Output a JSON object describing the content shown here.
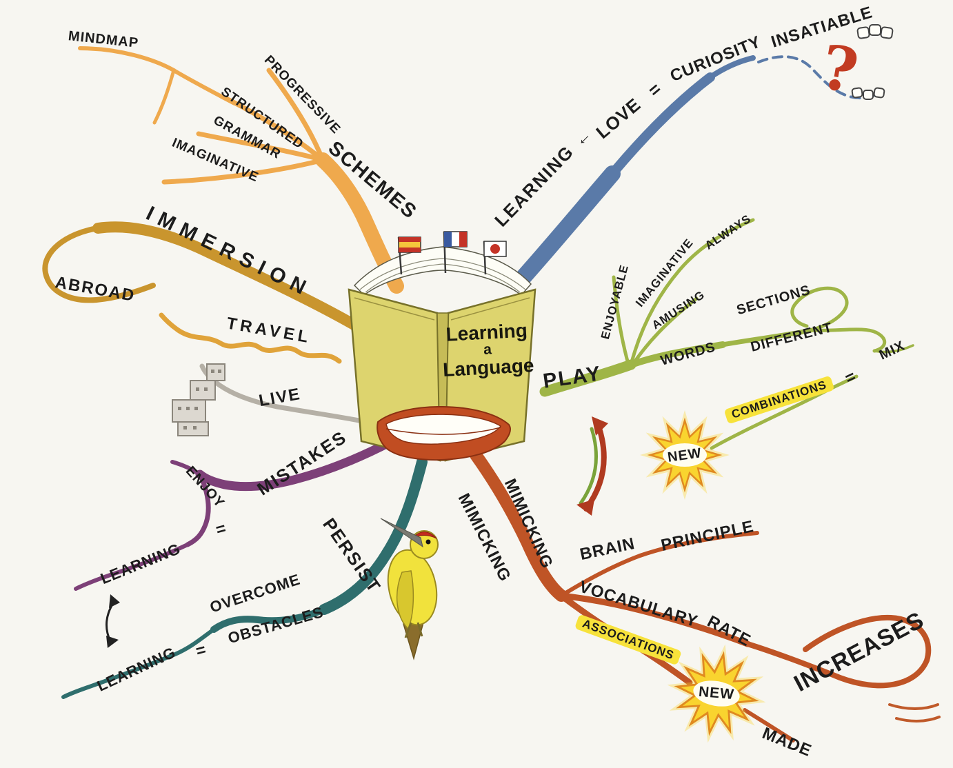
{
  "title": "Learning a Language mind map",
  "center": {
    "title_line1": "Learning",
    "title_line2": "a",
    "title_line3": "Language"
  },
  "branches": {
    "schemes": {
      "label": "SCHEMES",
      "color": "#efa94d",
      "mindmap": "MINDMAP",
      "progressive": "PROGRESSIVE",
      "structured": "STRUCTURED",
      "grammar": "GRAMMAR",
      "imaginative": "IMAGINATIVE"
    },
    "immersion": {
      "label": "IMMERSION",
      "color": "#c9952e",
      "abroad": "ABROAD",
      "travel": "TRAVEL",
      "live": "LIVE"
    },
    "love": {
      "color": "#5a7aa8",
      "learning": "LEARNING",
      "arrow": "←",
      "love": "LOVE",
      "equals": "=",
      "curiosity": "CURIOSITY",
      "insatiable": "INSATIABLE",
      "question_mark": "?"
    },
    "play": {
      "label": "PLAY",
      "color": "#9fb547",
      "enjoyable": "ENJOYABLE",
      "imaginative": "IMAGINATIVE",
      "always": "ALWAYS",
      "amusing": "AMUSING",
      "words": "WORDS",
      "sections": "SECTIONS",
      "different": "DIFFERENT",
      "mix": "MIX",
      "equals": "=",
      "combinations": "COMBINATIONS",
      "new": "NEW"
    },
    "mistakes": {
      "label": "MISTAKES",
      "color": "#7d4078",
      "enjoy": "ENJOY",
      "equals": "=",
      "learning": "LEARNING"
    },
    "persist": {
      "label": "PERSIST",
      "color": "#2f6e6d",
      "overcome": "OVERCOME",
      "obstacles": "OBSTACLES",
      "equals": "=",
      "learning": "LEARNING"
    },
    "mimicking": {
      "label": "MIMICKING",
      "label_repeat": "MIMICKING",
      "color": "#bf5426",
      "brain": "BRAIN",
      "principle": "PRINCIPLE",
      "vocabulary": "VOCABULARY",
      "rate": "RATE",
      "associations": "ASSOCIATIONS",
      "new": "NEW",
      "made": "MADE",
      "increases": "INCREASES"
    }
  },
  "highlight_color": "#f7e23b",
  "ink_color": "#1c1c1c"
}
